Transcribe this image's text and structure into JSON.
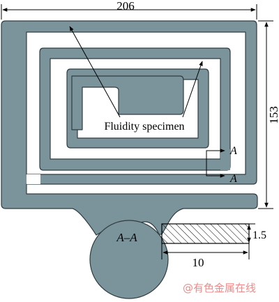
{
  "dimensions": {
    "width": "206",
    "height": "153",
    "section_thickness": "1.5",
    "section_width": "10"
  },
  "labels": {
    "specimen": "Fluidity specimen",
    "section_marker": "A",
    "section_view": "A–A"
  },
  "watermark": "@有色金属在线",
  "colors": {
    "metal": "#7b949b",
    "outline": "#2f3c40",
    "watermark": "#f08a8a"
  }
}
